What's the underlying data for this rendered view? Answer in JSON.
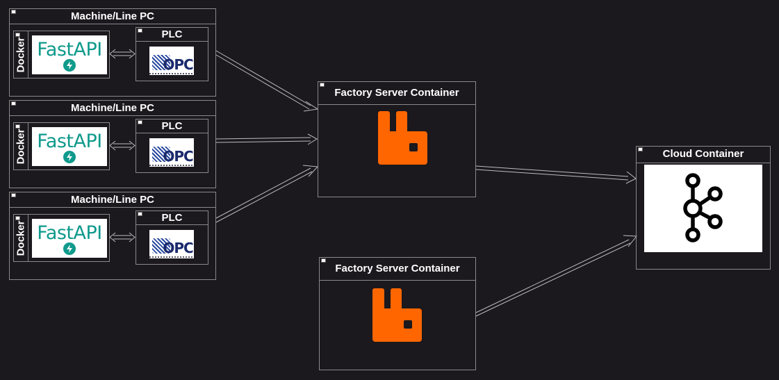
{
  "machine_pcs": [
    {
      "title": "Machine/Line PC",
      "docker_label": "Docker",
      "app_name": "FastAPI",
      "plc_title": "PLC",
      "plc_logo_text": "OPC"
    },
    {
      "title": "Machine/Line PC",
      "docker_label": "Docker",
      "app_name": "FastAPI",
      "plc_title": "PLC",
      "plc_logo_text": "OPC"
    },
    {
      "title": "Machine/Line PC",
      "docker_label": "Docker",
      "app_name": "FastAPI",
      "plc_title": "PLC",
      "plc_logo_text": "OPC"
    }
  ],
  "factory_servers": [
    {
      "title": "Factory Server Container",
      "icon": "rabbitmq-icon"
    },
    {
      "title": "Factory Server Container",
      "icon": "rabbitmq-icon"
    }
  ],
  "cloud": {
    "title": "Cloud Container",
    "icon": "kafka-icon"
  },
  "colors": {
    "background": "#1b181e",
    "border": "#8a8a8a",
    "fastapi": "#0f9a8c",
    "rabbitmq": "#ff6600"
  }
}
